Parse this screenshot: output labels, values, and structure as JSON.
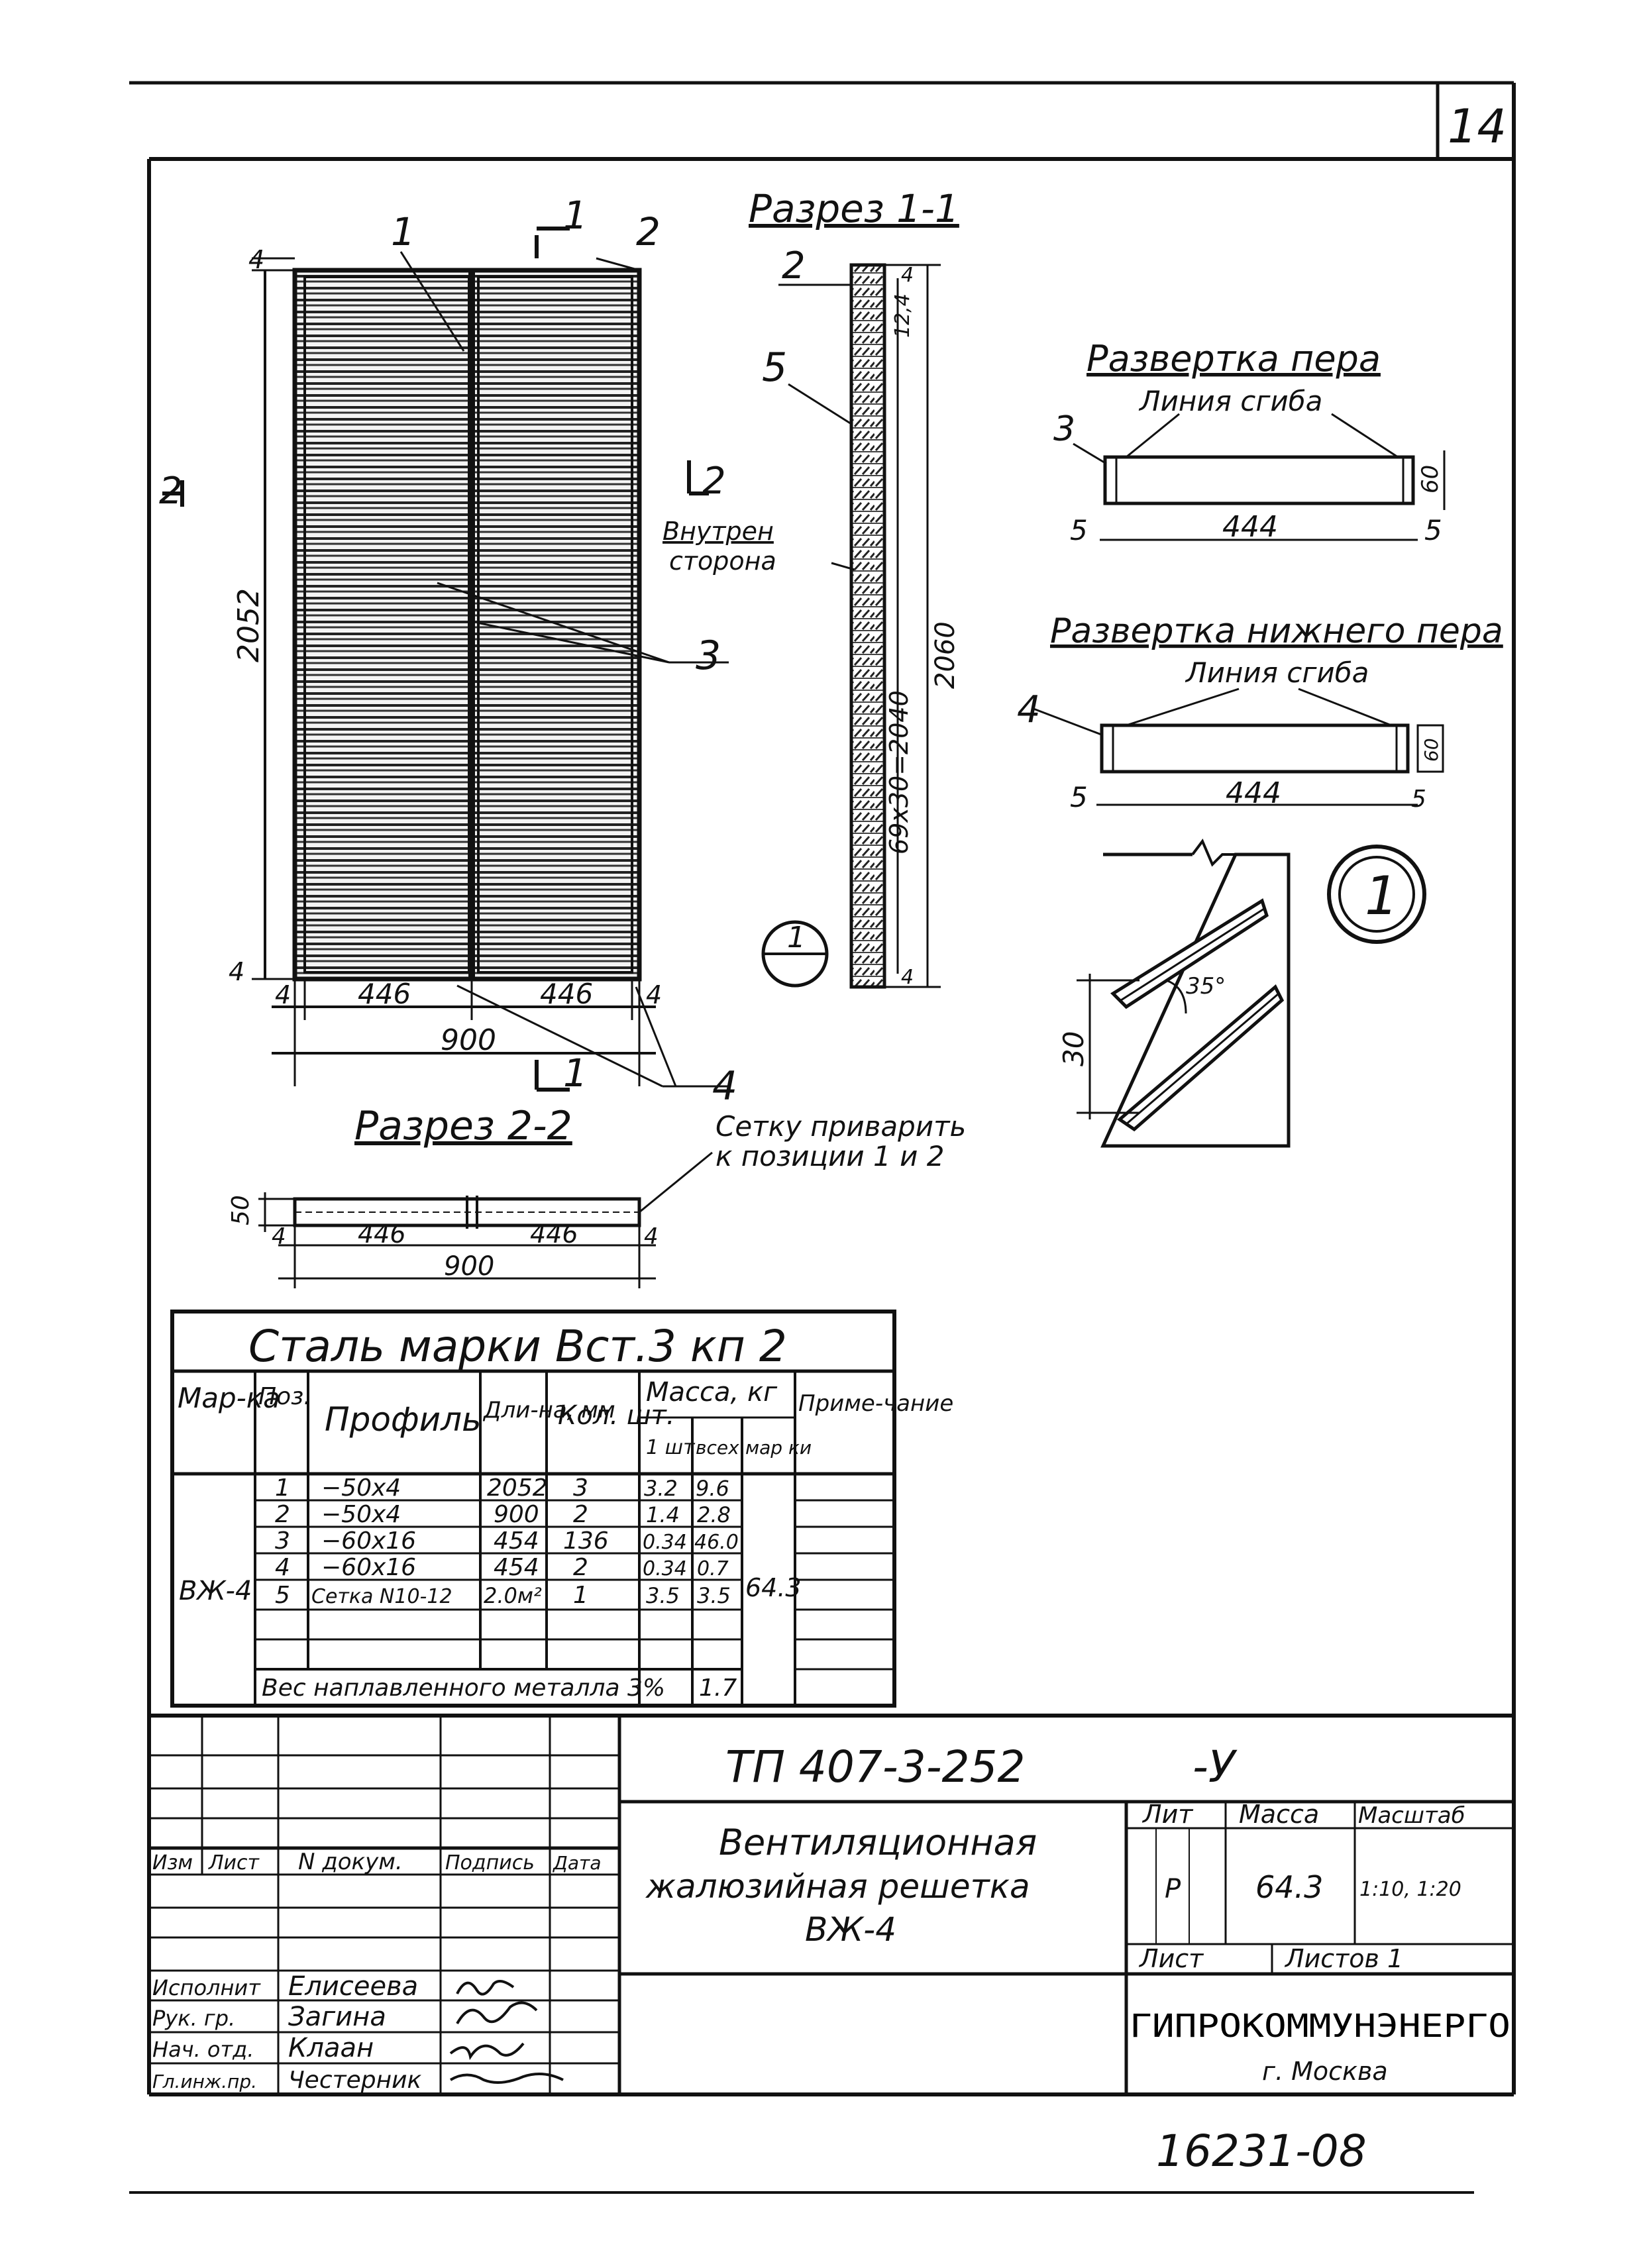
{
  "sheet": {
    "number": "14",
    "footer_code": "16231-08"
  },
  "front_view": {
    "pos_1": "1",
    "pos_2": "2",
    "pos_3": "3",
    "pos_4": "4",
    "section_mark_1": "1",
    "section_mark_2": "2",
    "height": "2052",
    "top_gap": "4",
    "bottom_gap": "4",
    "left_gap": "4",
    "right_gap": "4",
    "width_left": "446",
    "width_right": "446",
    "total_width": "900"
  },
  "section_1_1": {
    "title": "Разрез 1-1",
    "pos_2": "2",
    "pos_5": "5",
    "inner_side_line1": "Внутрен",
    "inner_side_line2": "сторона",
    "dim_spacing": "69х30=2040",
    "dim_total": "2060",
    "dim_top": "4",
    "dim_top2": "12,4",
    "dim_bottom": "4",
    "callout": "1"
  },
  "section_2_2": {
    "title": "Разрез 2-2",
    "note_line1": "Сетку приварить",
    "note_line2": "к позиции 1 и 2",
    "dim_height": "50",
    "dim_left_gap": "4",
    "dim_left": "446",
    "dim_right": "446",
    "dim_right_gap": "4",
    "dim_total": "900"
  },
  "blade_unfold": {
    "title": "Развертка пера",
    "bend_line": "Линия сгиба",
    "pos": "3",
    "dim_height": "60",
    "dim_left": "5",
    "dim_length": "444",
    "dim_right": "5"
  },
  "lower_blade_unfold": {
    "title": "Развертка нижнего пера",
    "bend_line": "Линия сгиба",
    "pos": "4",
    "dim_height": "60",
    "dim_left": "5",
    "dim_length": "444",
    "dim_right": "5"
  },
  "detail_1": {
    "callout": "1",
    "angle": "35°",
    "pitch": "30"
  },
  "spec_table": {
    "title": "Сталь марки Вст.3 кп 2",
    "headers": {
      "mark": "Мар-ка",
      "pos": "Поз.",
      "profile": "Профиль",
      "length": "Дли-на, мм",
      "qty": "Кол. шт.",
      "mass": "Масса, кг",
      "mass_one": "1 шт",
      "mass_all": "всех",
      "mass_mark": "мар ки",
      "note": "Приме-чание"
    },
    "mark": "ВЖ-4",
    "mark_mass": "64.3",
    "rows": [
      {
        "pos": "1",
        "profile": "−50х4",
        "length": "2052",
        "qty": "3",
        "m1": "3.2",
        "mall": "9.6"
      },
      {
        "pos": "2",
        "profile": "−50х4",
        "length": "900",
        "qty": "2",
        "m1": "1.4",
        "mall": "2.8"
      },
      {
        "pos": "3",
        "profile": "−60х16",
        "length": "454",
        "qty": "136",
        "m1": "0.34",
        "mall": "46.0"
      },
      {
        "pos": "4",
        "profile": "−60х16",
        "length": "454",
        "qty": "2",
        "m1": "0.34",
        "mall": "0.7"
      },
      {
        "pos": "5",
        "profile": "Сетка N10-12",
        "length": "2.0м²",
        "qty": "1",
        "m1": "3.5",
        "mall": "3.5"
      }
    ],
    "weld_label": "Вес наплавленного металла 3%",
    "weld_value": "1.7"
  },
  "title_block": {
    "doc_code": "ТП 407-3-252",
    "doc_suffix": "-У",
    "name_line1": "Вентиляционная",
    "name_line2": "жалюзийная решетка",
    "name_line3": "ВЖ-4",
    "col_lit": "Лит",
    "col_mass": "Масса",
    "col_scale": "Масштаб",
    "lit": "Р",
    "mass": "64.3",
    "scale": "1:10, 1:20",
    "sheet_label": "Лист",
    "sheets_label": "Листов 1",
    "org": "ГИПРОКОММУНЭНЕРГО",
    "city": "г. Москва",
    "rev_headers": [
      "Изм",
      "Лист",
      "N докум.",
      "Подпись",
      "Дата"
    ],
    "staff": [
      {
        "role": "Исполнит",
        "name": "Елисеева"
      },
      {
        "role": "Рук. гр.",
        "name": "Загина"
      },
      {
        "role": "Нач. отд.",
        "name": "Клаан"
      },
      {
        "role": "Гл.инж.пр.",
        "name": "Честерник"
      }
    ]
  }
}
